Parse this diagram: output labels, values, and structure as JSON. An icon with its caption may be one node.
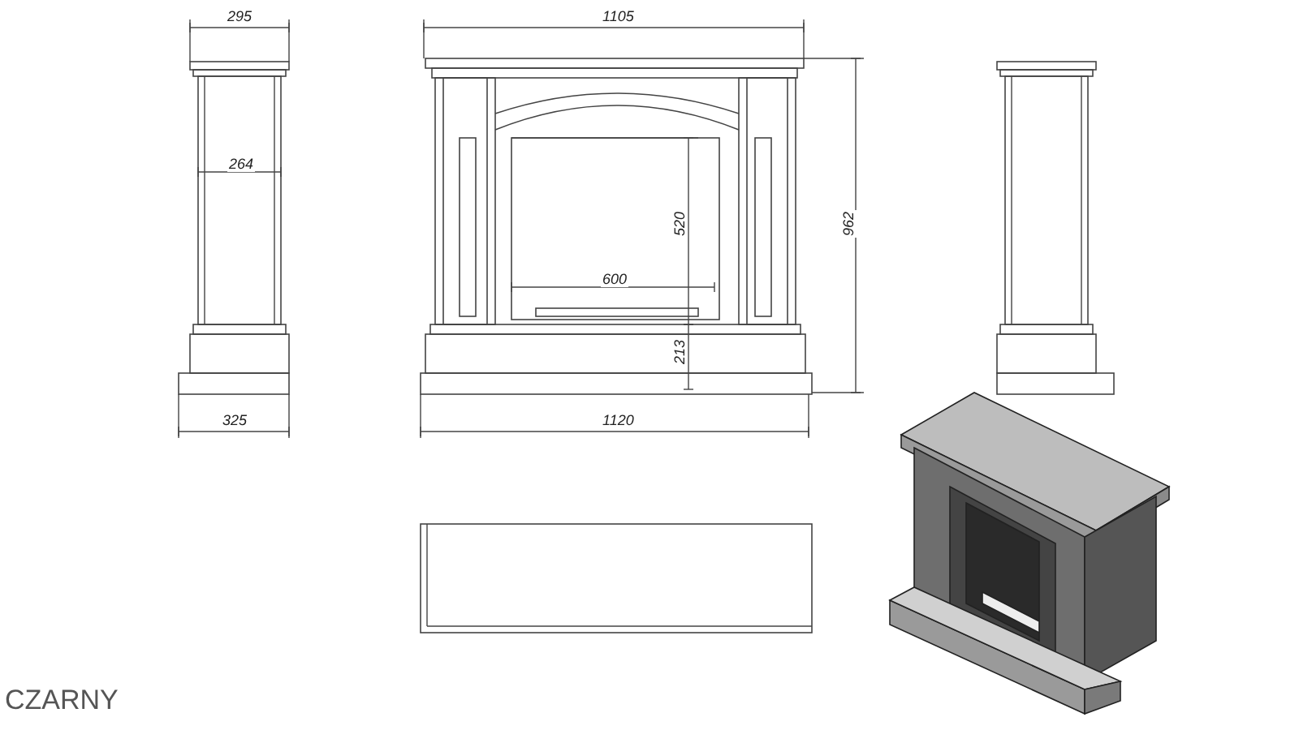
{
  "diagram": {
    "labels": [
      "295",
      "1105",
      "264",
      "520",
      "962",
      "600",
      "213",
      "325",
      "1120",
      "CZARNY"
    ]
  }
}
